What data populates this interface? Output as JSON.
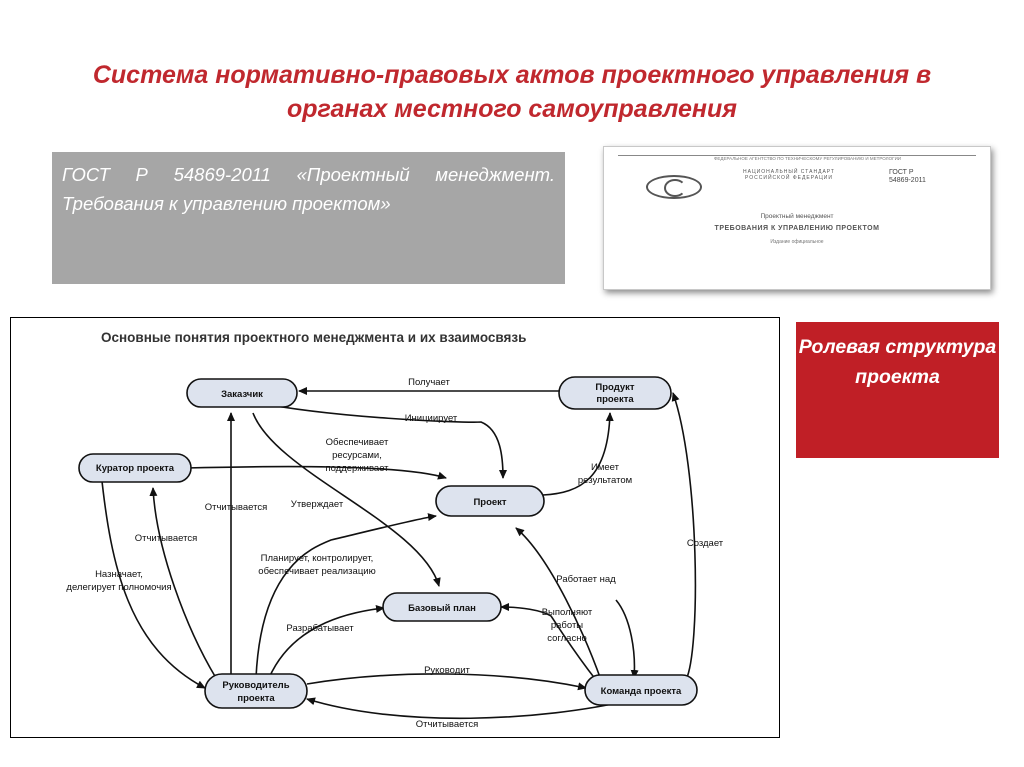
{
  "slide": {
    "title": "Система нормативно-правовых актов проектного управления в органах местного самоуправления",
    "gost_text": "ГОСТ Р 54869-2011 «Проектный менеджмент. Требования к управлению проектом»",
    "role_text": "Ролевая структура проекта"
  },
  "document_image": {
    "top_text": "ФЕДЕРАЛЬНОЕ АГЕНТСТВО ПО ТЕХНИЧЕСКОМУ РЕГУЛИРОВАНИЮ И МЕТРОЛОГИИ",
    "national_standard": "НАЦИОНАЛЬНЫЙ СТАНДАРТ РОССИЙСКОЙ ФЕДЕРАЦИИ",
    "number_label": "ГОСТ Р",
    "number": "54869-2011",
    "subtitle": "Проектный менеджмент",
    "title": "ТРЕБОВАНИЯ К УПРАВЛЕНИЮ ПРОЕКТОМ",
    "edition": "Издание официальное"
  },
  "diagram": {
    "heading": "Основные понятия проектного менеджмента и их взаимосвязь",
    "nodes": {
      "customer": "Заказчик",
      "product_l1": "Продукт",
      "product_l2": "проекта",
      "curator": "Куратор проекта",
      "project": "Проект",
      "baseline": "Базовый план",
      "manager_l1": "Руководитель",
      "manager_l2": "проекта",
      "team": "Команда проекта"
    },
    "edges": {
      "receives": "Получает",
      "initiates": "Инициирует",
      "provides_l1": "Обеспечивает",
      "provides_l2": "ресурсами,",
      "provides_l3": "поддерживает",
      "has_result_l1": "Имеет",
      "has_result_l2": "результатом",
      "reports_to_customer": "Отчитывается",
      "approves": "Утверждает",
      "reports_to_curator": "Отчитывается",
      "creates": "Создает",
      "plans_l1": "Планирует, контролирует,",
      "plans_l2": "обеспечивает реализацию",
      "works_on": "Работает над",
      "appoints_l1": "Назначает,",
      "appoints_l2": "делегирует полномочия",
      "executes_l1": "Выполняют",
      "executes_l2": "работы",
      "executes_l3": "согласно",
      "develops": "Разрабатывает",
      "leads": "Руководит",
      "reports_to_manager": "Отчитывается"
    }
  }
}
